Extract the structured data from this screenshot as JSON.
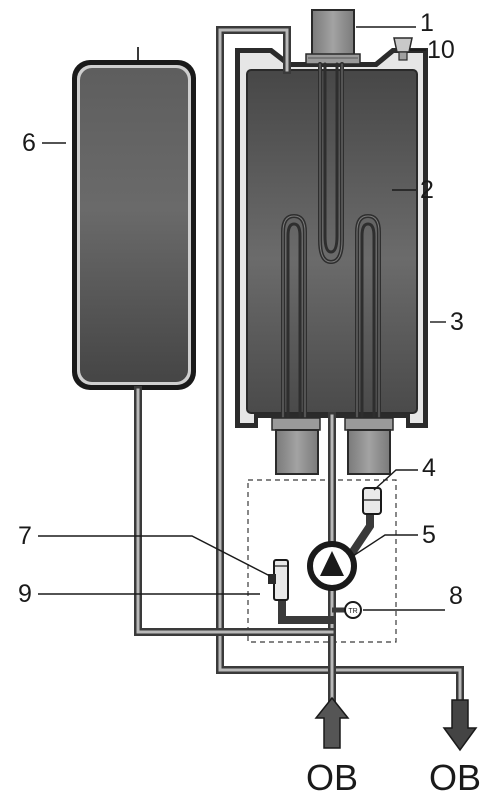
{
  "labels": {
    "l1": "1",
    "l2": "2",
    "l3": "3",
    "l4": "4",
    "l5": "5",
    "l6": "6",
    "l7": "7",
    "l8": "8",
    "l9": "9",
    "l10": "10"
  },
  "outlets": {
    "left": "OB",
    "right": "OB"
  },
  "sensor_text": "TR",
  "colors": {
    "tank_dark": "#4a4a4a",
    "tank_light": "#6b6b6b",
    "pipe": "#3a3a3a",
    "flange": "#8d8d8d",
    "outline": "#1a1a1a"
  }
}
